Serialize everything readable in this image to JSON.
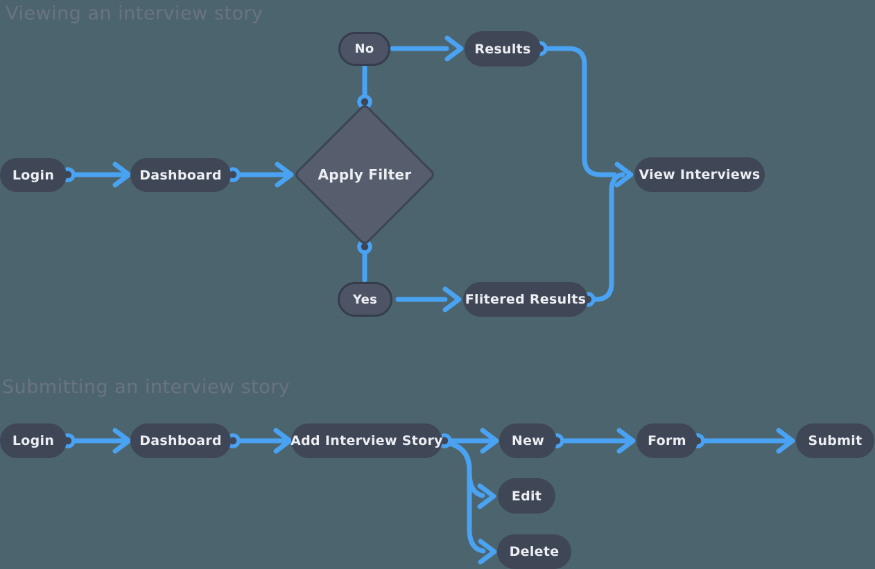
{
  "colors": {
    "background": "#4c646e",
    "node_fill": "#3f4757",
    "node_text": "#eceef2",
    "label_node_fill": "#4d5465",
    "label_node_border": "#353c4c",
    "diamond_fill": "#565d6d",
    "diamond_border": "#3d4453",
    "connector_blue": "#4aa2f2",
    "title_gray": "#6a7480"
  },
  "flow1": {
    "title": "Viewing an interview story",
    "nodes": {
      "login": "Login",
      "dashboard": "Dashboard",
      "decision": "Apply Filter",
      "no": "No",
      "yes": "Yes",
      "results": "Results",
      "filtered_results": "Flitered Results",
      "view_interviews": "View Interviews"
    },
    "edges": [
      {
        "from": "Login",
        "to": "Dashboard"
      },
      {
        "from": "Dashboard",
        "to": "Apply Filter"
      },
      {
        "from": "Apply Filter",
        "to": "No"
      },
      {
        "from": "No",
        "to": "Results"
      },
      {
        "from": "Apply Filter",
        "to": "Yes"
      },
      {
        "from": "Yes",
        "to": "Flitered Results"
      },
      {
        "from": "Results",
        "to": "View Interviews"
      },
      {
        "from": "Flitered Results",
        "to": "View Interviews"
      }
    ]
  },
  "flow2": {
    "title": "Submitting an interview story",
    "nodes": {
      "login": "Login",
      "dashboard": "Dashboard",
      "add_interview_story": "Add Interview Story",
      "new": "New",
      "form": "Form",
      "submit": "Submit",
      "edit": "Edit",
      "delete": "Delete"
    },
    "edges": [
      {
        "from": "Login",
        "to": "Dashboard"
      },
      {
        "from": "Dashboard",
        "to": "Add Interview Story"
      },
      {
        "from": "Add Interview Story",
        "to": "New"
      },
      {
        "from": "Add Interview Story",
        "to": "Edit"
      },
      {
        "from": "Add Interview Story",
        "to": "Delete"
      },
      {
        "from": "New",
        "to": "Form"
      },
      {
        "from": "Form",
        "to": "Submit"
      }
    ]
  }
}
